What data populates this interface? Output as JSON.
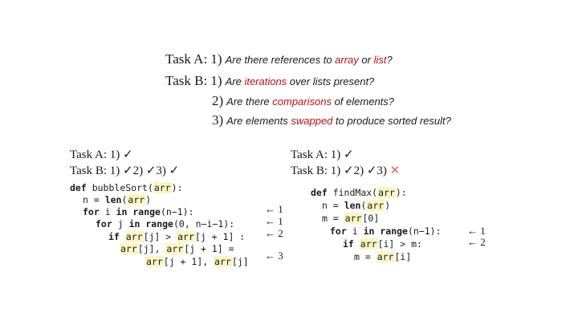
{
  "questions": {
    "line1": {
      "label": "Task A: 1)",
      "pre": "Are there references to ",
      "w1": "array",
      "mid": " or ",
      "w2": "list",
      "post": "?"
    },
    "line2": {
      "label": "Task B: 1)",
      "pre": "Are ",
      "w1": "iterations",
      "post": " over lists present?"
    },
    "line3": {
      "label": "2)",
      "pre": "Are there ",
      "w1": "comparisons",
      "post": " of elements?"
    },
    "line4": {
      "label": "3)",
      "pre": "Are elements ",
      "w1": "swapped",
      "post": " to produce sorted result?"
    }
  },
  "colors": {
    "accent_red": "#b5121b",
    "highlight": "#fbf6c2",
    "cross": "#e0645a"
  },
  "left": {
    "taskA": "Task A: 1) ✓",
    "taskB": "Task B: 1) ✓2) ✓3) ✓",
    "code": {
      "l1_kw": "def",
      "l1_name": " bubbleSort(",
      "l1_arg": "arr",
      "l1_end": "):",
      "l2_pre": "n = ",
      "l2_kw": "len",
      "l2_open": "(",
      "l2_arg": "arr",
      "l2_close": ")",
      "l3_for": "for",
      "l3_var": " i ",
      "l3_in": "in",
      "l3_sp": " ",
      "l3_range": "range",
      "l3_args": "(n−1):",
      "l4_for": "for",
      "l4_var": " j ",
      "l4_in": "in",
      "l4_sp": " ",
      "l4_range": "range",
      "l4_args": "(0, n−i−1):",
      "l5_if": "if",
      "l5_sp": " ",
      "l5_a": "arr",
      "l5_b": "[j] > ",
      "l5_c": "arr",
      "l5_d": "[j + 1] :",
      "l6_a": "arr",
      "l6_b": "[j], ",
      "l6_c": "arr",
      "l6_d": "[j + 1] =",
      "l7_a": "arr",
      "l7_b": "[j + 1], ",
      "l7_c": "arr",
      "l7_d": "[j]"
    },
    "arrows": [
      "← 1",
      "← 1",
      "← 2",
      "← 3"
    ]
  },
  "right": {
    "taskA": "Task A: 1) ✓",
    "taskB": "Task B: 1) ✓2) ✓3)",
    "cross": "✕",
    "code": {
      "l1_kw": "def",
      "l1_name": " findMax(",
      "l1_arg": "arr",
      "l1_end": "):",
      "l2_pre": "n = ",
      "l2_kw": "len",
      "l2_open": "(",
      "l2_arg": "arr",
      "l2_close": ")",
      "l3_pre": "m = ",
      "l3_arg": "arr",
      "l3_post": "[0]",
      "l4_for": "for",
      "l4_var": " i ",
      "l4_in": "in",
      "l4_sp": " ",
      "l4_range": "range",
      "l4_args": "(n−1):",
      "l5_if": "if",
      "l5_sp": " ",
      "l5_a": "arr",
      "l5_b": "[i] > m:",
      "l6_pre": "m = ",
      "l6_a": "arr",
      "l6_b": "[i]"
    },
    "arrows": [
      "← 1",
      "← 2"
    ]
  }
}
